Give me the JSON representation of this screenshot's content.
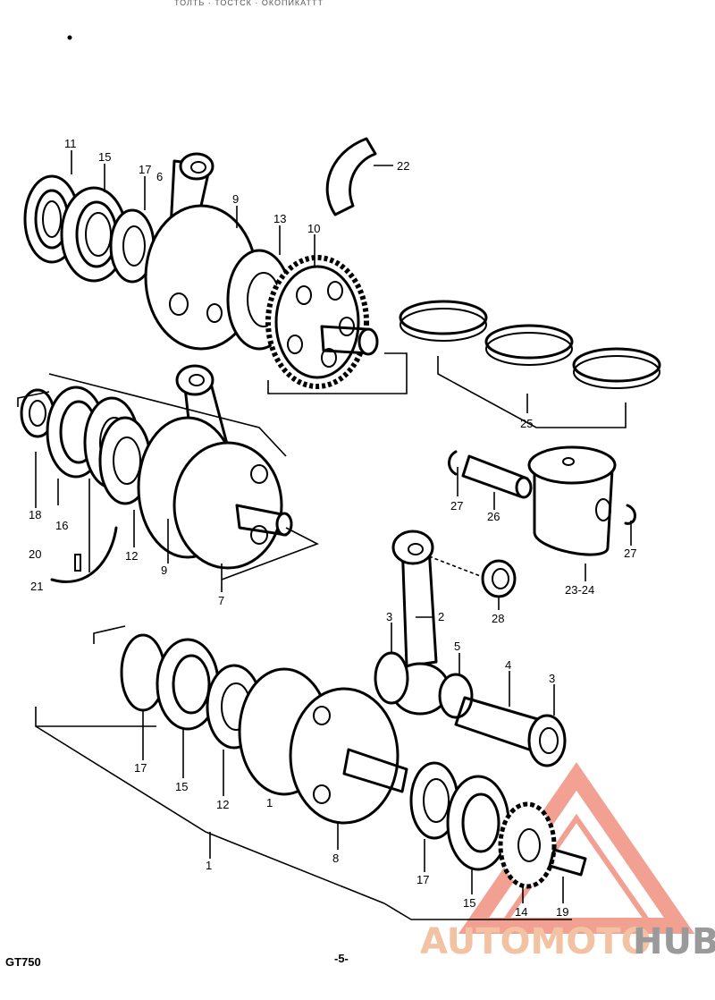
{
  "header": {
    "partial_text": "ТОЛТЬ · ТОСТСК · ОКОПИКАТТТ"
  },
  "callouts": {
    "c11": "11",
    "c15a": "15",
    "c17a": "17",
    "c6": "6",
    "c9a": "9",
    "c13": "13",
    "c10": "10",
    "c22": "22",
    "c25": "25",
    "c18": "18",
    "c16": "16",
    "c20": "20",
    "c21": "21",
    "c12a": "12",
    "c9b": "9",
    "c7": "7",
    "c27a": "27",
    "c26": "26",
    "c27b": "27",
    "c23_24": "23-24",
    "c28": "28",
    "c3a": "3",
    "c2": "2",
    "c5": "5",
    "c4": "4",
    "c3b": "3",
    "c17b": "17",
    "c15b": "15",
    "c12b": "12",
    "c1a": "1",
    "c8": "8",
    "c1b": "1",
    "c17c": "17",
    "c15c": "15",
    "c14": "14",
    "c19": "19"
  },
  "footer": {
    "model": "GT750",
    "page": "-5-"
  },
  "watermark": {
    "brand_a": "AUTOMOTO",
    "brand_b": "HUB",
    "accent": "#e8533a"
  },
  "icons": {
    "logo": "triangle-logo-icon"
  }
}
